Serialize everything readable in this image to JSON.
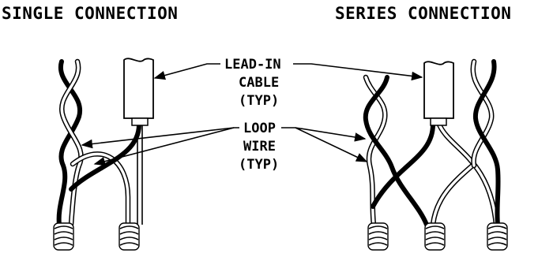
{
  "titles": {
    "single": "SINGLE CONNECTION",
    "series": "SERIES CONNECTION"
  },
  "callouts": {
    "lead_in": [
      "LEAD-IN",
      "CABLE",
      "(TYP)"
    ],
    "loop_wire": [
      "LOOP",
      "WIRE",
      "(TYP)"
    ]
  },
  "colors": {
    "ink": "#000000",
    "background": "#ffffff"
  }
}
